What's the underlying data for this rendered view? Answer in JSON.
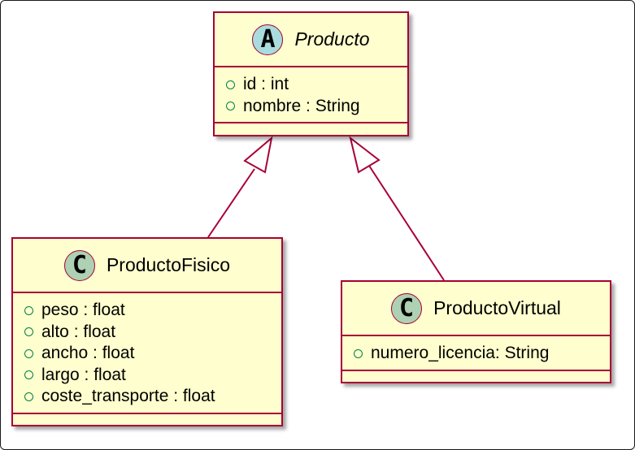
{
  "diagram": {
    "classes": [
      {
        "id": "producto",
        "stereotype_letter": "A",
        "kind": "abstract",
        "name": "Producto",
        "attributes": [
          {
            "visibility": "public",
            "text": "id : int"
          },
          {
            "visibility": "public",
            "text": "nombre : String"
          }
        ]
      },
      {
        "id": "producto-fisico",
        "stereotype_letter": "C",
        "kind": "class",
        "name": "ProductoFisico",
        "attributes": [
          {
            "visibility": "public",
            "text": "peso : float"
          },
          {
            "visibility": "public",
            "text": "alto : float"
          },
          {
            "visibility": "public",
            "text": "ancho : float"
          },
          {
            "visibility": "public",
            "text": "largo : float"
          },
          {
            "visibility": "public",
            "text": "coste_transporte : float"
          }
        ]
      },
      {
        "id": "producto-virtual",
        "stereotype_letter": "C",
        "kind": "class",
        "name": "ProductoVirtual",
        "attributes": [
          {
            "visibility": "public",
            "text": "numero_licencia: String"
          }
        ]
      }
    ],
    "relations": [
      {
        "type": "inheritance",
        "from": "ProductoFisico",
        "to": "Producto"
      },
      {
        "type": "inheritance",
        "from": "ProductoVirtual",
        "to": "Producto"
      }
    ],
    "colors": {
      "class_fill": "#FEFECE",
      "border": "#A80036",
      "abstract_badge": "#A9DCDF",
      "class_badge": "#ADD1B2",
      "visibility_public": "#038048"
    }
  }
}
